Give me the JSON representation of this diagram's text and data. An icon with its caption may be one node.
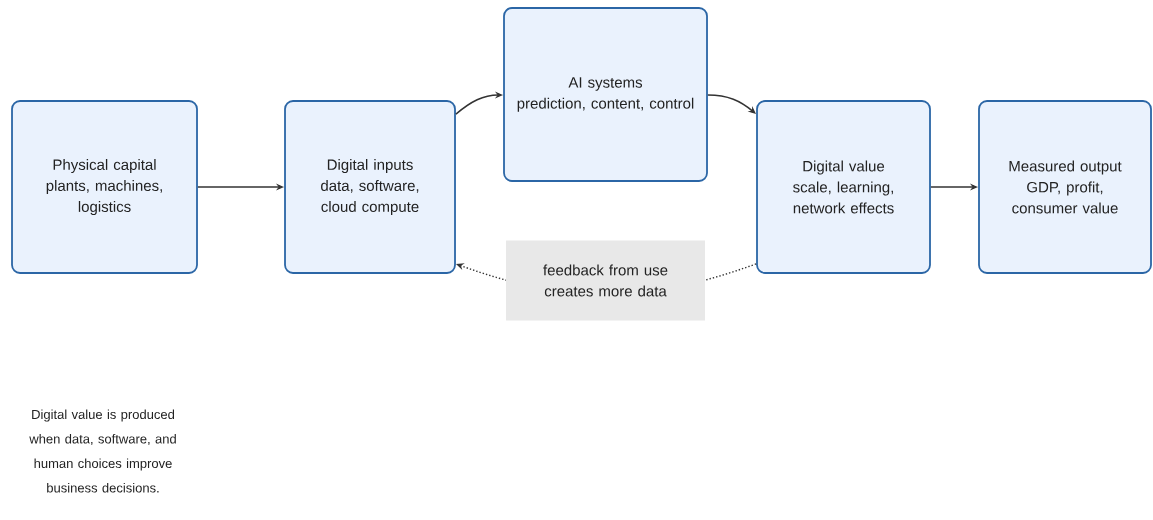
{
  "diagram": {
    "nodes": [
      {
        "text": [
          "Physical capital",
          "plants, machines, logistics"
        ]
      },
      {
        "text": [
          "Digital inputs",
          "data, software, cloud compute"
        ]
      },
      {
        "text": [
          "AI systems",
          "prediction, content, control"
        ]
      },
      {
        "text": [
          "Digital value",
          "scale, learning, network effects"
        ]
      },
      {
        "text": [
          "Measured output",
          "GDP, profit, consumer value"
        ]
      }
    ],
    "edges": [
      {
        "from": 0,
        "to": 1,
        "arrow": "to"
      },
      {
        "from": 1,
        "to": 2,
        "arrow": "to"
      },
      {
        "from": 2,
        "to": 3,
        "arrow": "to"
      },
      {
        "from": 3,
        "to": 4,
        "arrow": "to"
      },
      {
        "from": 3,
        "to": 1,
        "arrow": "to",
        "style": "dashed",
        "label": "feedback from use creates more data"
      }
    ],
    "labels": [
      "Digital value is produced when data, software, and human choices improve business decisions."
    ]
  }
}
